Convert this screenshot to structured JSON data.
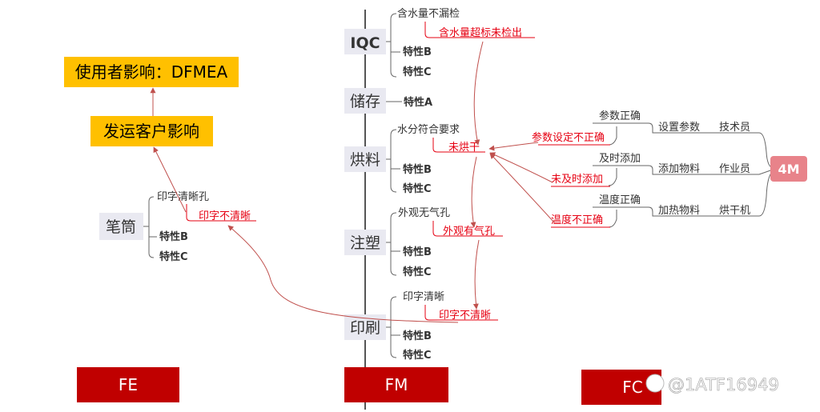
{
  "fe": {
    "top_box": "使用者影响：DFMEA",
    "mid_box": "发运客户影响",
    "product": "笔筒",
    "items": [
      "印字清晰孔",
      "特性B",
      "特性C"
    ],
    "failure": "印字不清晰",
    "bottom_label": "FE"
  },
  "fm": {
    "stages": [
      {
        "name": "IQC",
        "items": [
          "含水量不漏检",
          "特性B",
          "特性C"
        ],
        "failure": "含水量超标未检出"
      },
      {
        "name": "储存",
        "items": [
          "特性A"
        ]
      },
      {
        "name": "烘料",
        "items": [
          "水分符合要求",
          "特性B",
          "特性C"
        ],
        "failure": "未烘干"
      },
      {
        "name": "注塑",
        "items": [
          "外观无气孔",
          "特性B",
          "特性C"
        ],
        "failure": "外观有气孔"
      },
      {
        "name": "印刷",
        "items": [
          "印字清晰",
          "特性B",
          "特性C"
        ],
        "failure": "印字不清晰"
      }
    ],
    "bottom_label": "FM"
  },
  "fc": {
    "causes": [
      {
        "good": "参数正确",
        "bad": "参数设定不正确",
        "action": "设置参数",
        "role": "技术员"
      },
      {
        "good": "及时添加",
        "bad": "未及时添加",
        "action": "添加物料",
        "role": "作业员"
      },
      {
        "good": "温度正确",
        "bad": "温度不正确",
        "action": "加热物料",
        "role": "烘干机"
      }
    ],
    "hub": "4M",
    "bottom_label": "FC",
    "watermark": "@1ATF16949"
  },
  "colors": {
    "red": "#e60012",
    "box_red": "#c00000",
    "yellow": "#ffc000",
    "node_bg": "#e9e9f1",
    "line": "#555555",
    "arrow": "#c0504d",
    "hub": "#e8838a"
  }
}
